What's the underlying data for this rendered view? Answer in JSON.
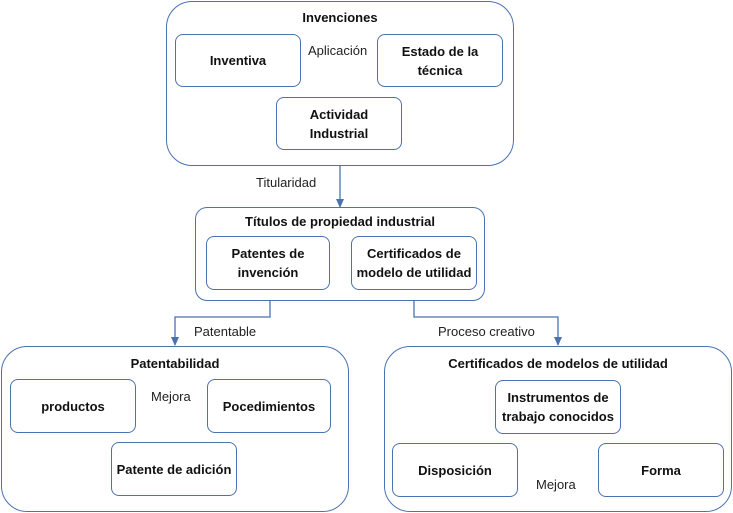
{
  "colors": {
    "border": "#4a72b0",
    "arrow": "#4a72b0",
    "text": "#111111"
  },
  "invenciones": {
    "title": "Invenciones",
    "inventiva": "Inventiva",
    "estado_de_la_tecnica": "Estado de la técnica",
    "actividad_industrial": "Actividad Industrial",
    "aplicacion_label": "Aplicación"
  },
  "titularidad_label": "Titularidad",
  "titulos": {
    "title": "Títulos de propiedad industrial",
    "patentes": "Patentes de invención",
    "certificados": "Certificados de modelo de utilidad"
  },
  "patentable_label": "Patentable",
  "proceso_creativo_label": "Proceso creativo",
  "patentabilidad": {
    "title": "Patentabilidad",
    "productos": "productos",
    "procedimientos": "Pocedimientos",
    "mejora_label": "Mejora",
    "patente_adicion": "Patente de adición"
  },
  "certificados_modelos": {
    "title": "Certificados de modelos de utilidad",
    "instrumentos": "Instrumentos de trabajo conocidos",
    "disposicion": "Disposición",
    "forma": "Forma",
    "mejora_label": "Mejora"
  }
}
